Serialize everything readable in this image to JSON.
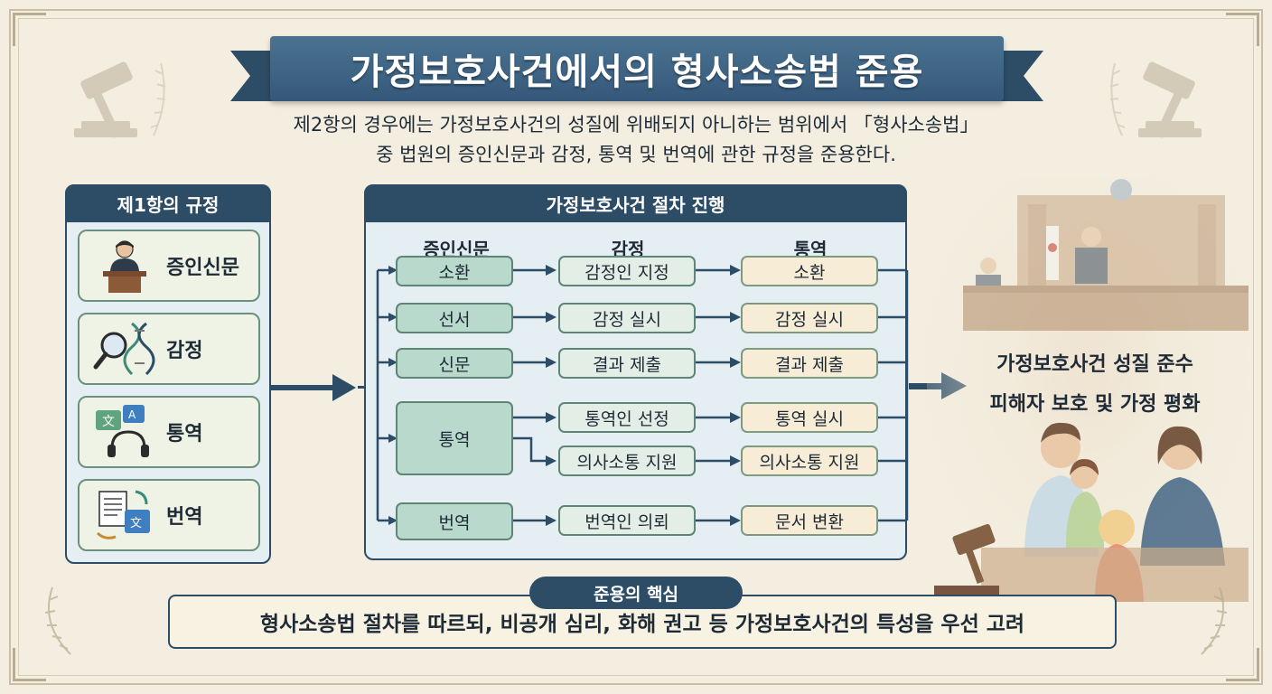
{
  "title": "가정보호사건에서의 형사소송법 준용",
  "subtitle_line1": "제2항의 경우에는 가정보호사건의 성질에 위배되지 아니하는 범위에서 「형사소송법」",
  "subtitle_line2": "중 법원의 증인신문과 감정, 통역 및 번역에 관한 규정을 준용한다.",
  "left_panel": {
    "title": "제1항의 규정",
    "items": [
      {
        "label": "증인신문",
        "icon": "witness-podium-icon"
      },
      {
        "label": "감정",
        "icon": "magnifier-dna-icon"
      },
      {
        "label": "통역",
        "icon": "translate-headset-icon"
      },
      {
        "label": "번역",
        "icon": "document-translate-icon"
      }
    ]
  },
  "process_panel": {
    "title": "가정보호사건 절차 진행",
    "columns": [
      "증인신문",
      "감정",
      "통역"
    ],
    "col1": [
      "소환",
      "선서",
      "신문",
      "통역",
      "번역"
    ],
    "col2": [
      "감정인 지정",
      "감정 실시",
      "결과 제출",
      "통역인 선정",
      "의사소통 지원",
      "번역인 의뢰"
    ],
    "col3": [
      "소환",
      "감정 실시",
      "결과 제출",
      "통역 실시",
      "의사소통 지원",
      "문서 변환"
    ]
  },
  "result": {
    "line1": "가정보호사건 성질 준수",
    "line2": "피해자 보호 및 가정 평화"
  },
  "core": {
    "label": "준용의 핵심",
    "text": "형사소송법 절차를 따르되, 비공개 심리, 화해 권고 등 가정보호사건의 특성을 우선 고려"
  },
  "colors": {
    "navy": "#2d4d67",
    "green_node": "#b9d9cc",
    "cream_node": "#f7ecd6",
    "background": "#f3eee0"
  }
}
